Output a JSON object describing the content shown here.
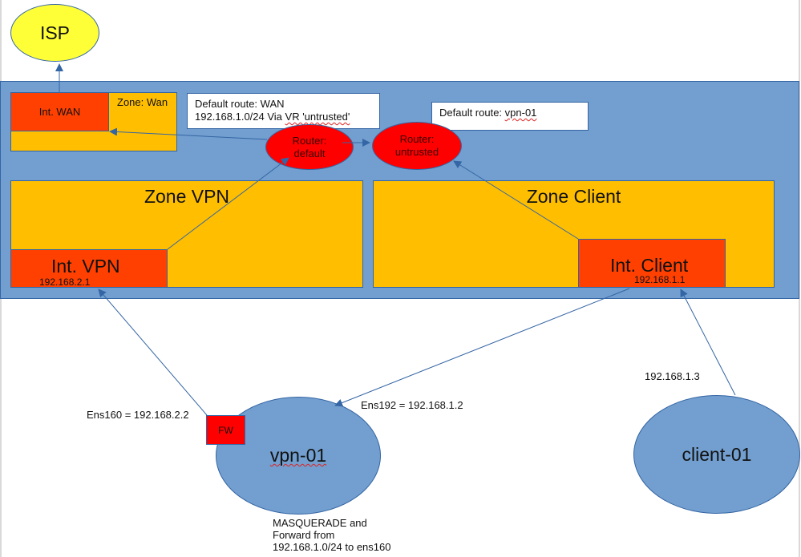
{
  "diagram": {
    "isp": {
      "label": "ISP"
    },
    "wan": {
      "interface_label": "Int. WAN",
      "zone_label": "Zone: Wan"
    },
    "notes": {
      "default_router": {
        "line1": "Default route: WAN",
        "line2_prefix": "192.168.1.0/24 Via ",
        "line2_flagged": "VR 'untrusted'"
      },
      "untrusted_router": {
        "prefix": "Default route: ",
        "flagged": "vpn-01"
      }
    },
    "routers": {
      "default": {
        "line1": "Router:",
        "line2": "default"
      },
      "untrusted": {
        "line1": "Router:",
        "line2": "untrusted"
      }
    },
    "zones": {
      "vpn": {
        "title": "Zone VPN",
        "interface_label": "Int. VPN",
        "interface_ip": "192.168.2.1"
      },
      "client": {
        "title": "Zone Client",
        "interface_label": "Int. Client",
        "interface_ip": "192.168.1.1"
      }
    },
    "hosts": {
      "vpn01": {
        "name": "vpn-01",
        "ens160": "Ens160 = 192.168.2.2",
        "ens192": "Ens192 = 192.168.1.2",
        "fw_label": "FW",
        "note": [
          "MASQUERADE and",
          "Forward from",
          "192.168.1.0/24 to ens160"
        ]
      },
      "client01": {
        "name": "client-01",
        "ip": "192.168.1.3"
      }
    },
    "colors": {
      "firewall_bg": "#729fcf",
      "zone_fill": "#ffbf00",
      "interface_fill": "#ff4000",
      "router_fill": "#ff0000",
      "isp_fill": "#ffff38",
      "connector": "#3465a4"
    }
  }
}
